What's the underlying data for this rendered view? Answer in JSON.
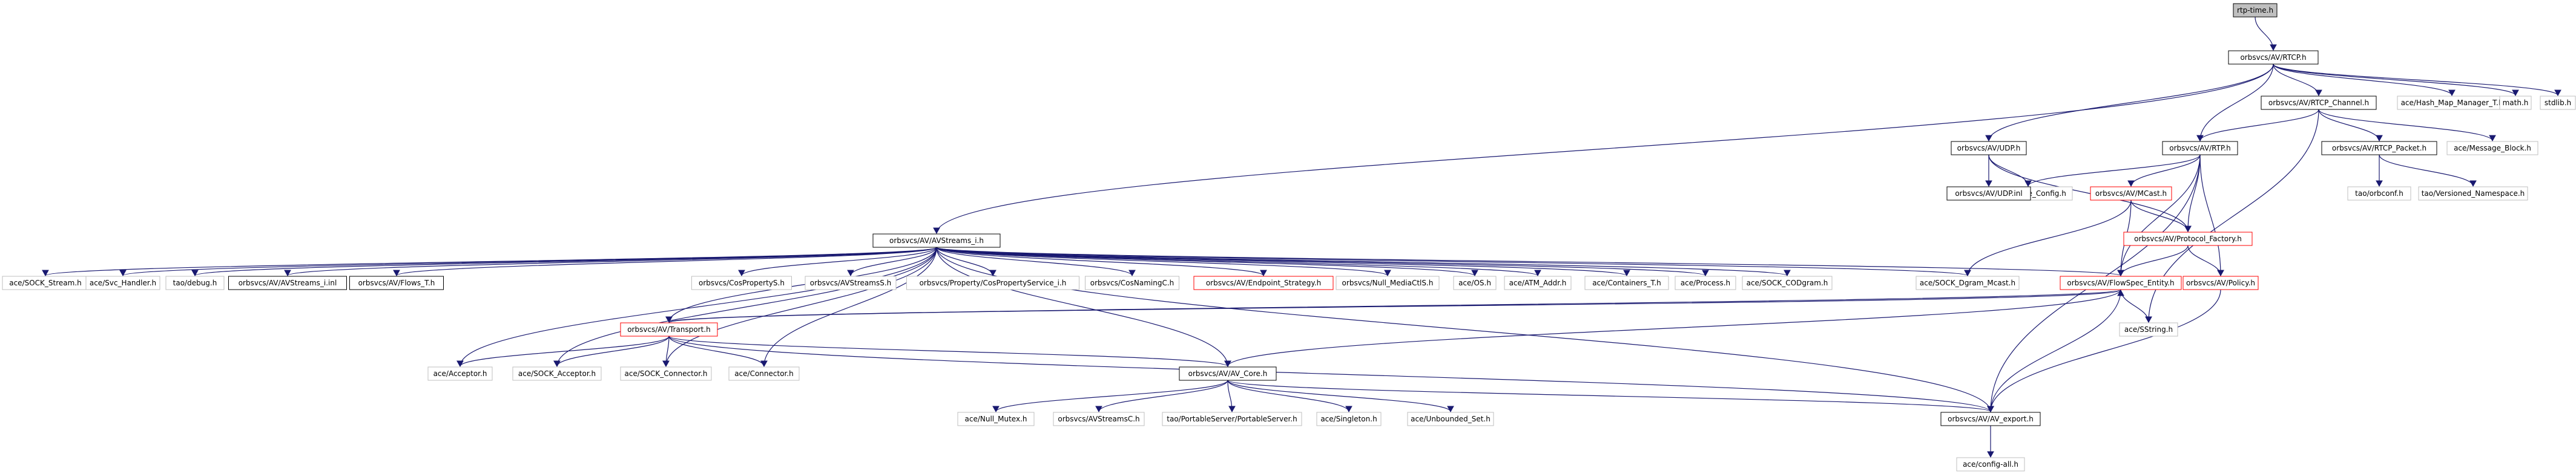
{
  "diagram": {
    "type": "include-dependency-graph",
    "colors": {
      "edge": "#191970",
      "root_fill": "#bfbfbf",
      "red_border": "#ff0000",
      "gray_border": "#bfbfbf"
    },
    "nodes": [
      {
        "id": "rtp_time",
        "label": "rtp-time.h",
        "style": "root"
      },
      {
        "id": "rtcp_h",
        "label": "orbsvcs/AV/RTCP.h",
        "style": "outlined"
      },
      {
        "id": "avstreams_i",
        "label": "orbsvcs/AV/AVStreams_i.h",
        "style": "outlined"
      },
      {
        "id": "udp_h",
        "label": "orbsvcs/AV/UDP.h",
        "style": "outlined"
      },
      {
        "id": "rtcp_channel",
        "label": "orbsvcs/AV/RTCP_Channel.h",
        "style": "outlined"
      },
      {
        "id": "rtp_h",
        "label": "orbsvcs/AV/RTP.h",
        "style": "outlined"
      },
      {
        "id": "hash_map",
        "label": "ace/Hash_Map_Manager_T.h",
        "style": "gray"
      },
      {
        "id": "math_h",
        "label": "math.h",
        "style": "gray"
      },
      {
        "id": "stdlib_h",
        "label": "stdlib.h",
        "style": "gray"
      },
      {
        "id": "message_block",
        "label": "ace/Message_Block.h",
        "style": "gray"
      },
      {
        "id": "rtcp_packet",
        "label": "orbsvcs/AV/RTCP_Packet.h",
        "style": "outlined"
      },
      {
        "id": "service_config",
        "label": "ace/Service_Config.h",
        "style": "gray"
      },
      {
        "id": "mcast_h",
        "label": "orbsvcs/AV/MCast.h",
        "style": "red"
      },
      {
        "id": "udp_inl",
        "label": "orbsvcs/AV/UDP.inl",
        "style": "outlined"
      },
      {
        "id": "orbconf",
        "label": "tao/orbconf.h",
        "style": "gray"
      },
      {
        "id": "versioned_ns",
        "label": "tao/Versioned_Namespace.h",
        "style": "gray"
      },
      {
        "id": "protocol_factory",
        "label": "orbsvcs/AV/Protocol_Factory.h",
        "style": "red"
      },
      {
        "id": "sock_stream",
        "label": "ace/SOCK_Stream.h",
        "style": "gray"
      },
      {
        "id": "svc_handler",
        "label": "ace/Svc_Handler.h",
        "style": "gray"
      },
      {
        "id": "tao_debug",
        "label": "tao/debug.h",
        "style": "gray"
      },
      {
        "id": "avstreams_i_inl",
        "label": "orbsvcs/AV/AVStreams_i.inl",
        "style": "outlined"
      },
      {
        "id": "flows_t",
        "label": "orbsvcs/AV/Flows_T.h",
        "style": "outlined"
      },
      {
        "id": "cosproperty_s",
        "label": "orbsvcs/CosPropertyS.h",
        "style": "gray"
      },
      {
        "id": "avstreams_s",
        "label": "orbsvcs/AVStreamsS.h",
        "style": "gray"
      },
      {
        "id": "cosproperty_i",
        "label": "orbsvcs/Property/CosPropertyService_i.h",
        "style": "gray"
      },
      {
        "id": "cosnaming_c",
        "label": "orbsvcs/CosNamingC.h",
        "style": "gray"
      },
      {
        "id": "endpoint_strategy",
        "label": "orbsvcs/AV/Endpoint_Strategy.h",
        "style": "red"
      },
      {
        "id": "null_mediactl",
        "label": "orbsvcs/Null_MediaCtlS.h",
        "style": "gray"
      },
      {
        "id": "ace_os",
        "label": "ace/OS.h",
        "style": "gray"
      },
      {
        "id": "atm_addr",
        "label": "ace/ATM_Addr.h",
        "style": "gray"
      },
      {
        "id": "containers_t",
        "label": "ace/Containers_T.h",
        "style": "gray"
      },
      {
        "id": "process_h",
        "label": "ace/Process.h",
        "style": "gray"
      },
      {
        "id": "sock_codgram",
        "label": "ace/SOCK_CODgram.h",
        "style": "gray"
      },
      {
        "id": "sock_dgram_mcast",
        "label": "ace/SOCK_Dgram_Mcast.h",
        "style": "gray"
      },
      {
        "id": "flowspec_entity",
        "label": "orbsvcs/AV/FlowSpec_Entity.h",
        "style": "red"
      },
      {
        "id": "policy_h",
        "label": "orbsvcs/AV/Policy.h",
        "style": "red"
      },
      {
        "id": "transport_h",
        "label": "orbsvcs/AV/Transport.h",
        "style": "red"
      },
      {
        "id": "sstring",
        "label": "ace/SString.h",
        "style": "gray"
      },
      {
        "id": "acceptor",
        "label": "ace/Acceptor.h",
        "style": "gray"
      },
      {
        "id": "sock_acceptor",
        "label": "ace/SOCK_Acceptor.h",
        "style": "gray"
      },
      {
        "id": "sock_connector",
        "label": "ace/SOCK_Connector.h",
        "style": "gray"
      },
      {
        "id": "connector",
        "label": "ace/Connector.h",
        "style": "gray"
      },
      {
        "id": "av_core",
        "label": "orbsvcs/AV/AV_Core.h",
        "style": "outlined"
      },
      {
        "id": "null_mutex",
        "label": "ace/Null_Mutex.h",
        "style": "gray"
      },
      {
        "id": "avstreams_c",
        "label": "orbsvcs/AVStreamsC.h",
        "style": "gray"
      },
      {
        "id": "portableserver",
        "label": "tao/PortableServer/PortableServer.h",
        "style": "gray"
      },
      {
        "id": "singleton",
        "label": "ace/Singleton.h",
        "style": "gray"
      },
      {
        "id": "unbounded_set",
        "label": "ace/Unbounded_Set.h",
        "style": "gray"
      },
      {
        "id": "av_export",
        "label": "orbsvcs/AV/AV_export.h",
        "style": "outlined"
      },
      {
        "id": "config_all",
        "label": "ace/config-all.h",
        "style": "gray"
      }
    ]
  }
}
